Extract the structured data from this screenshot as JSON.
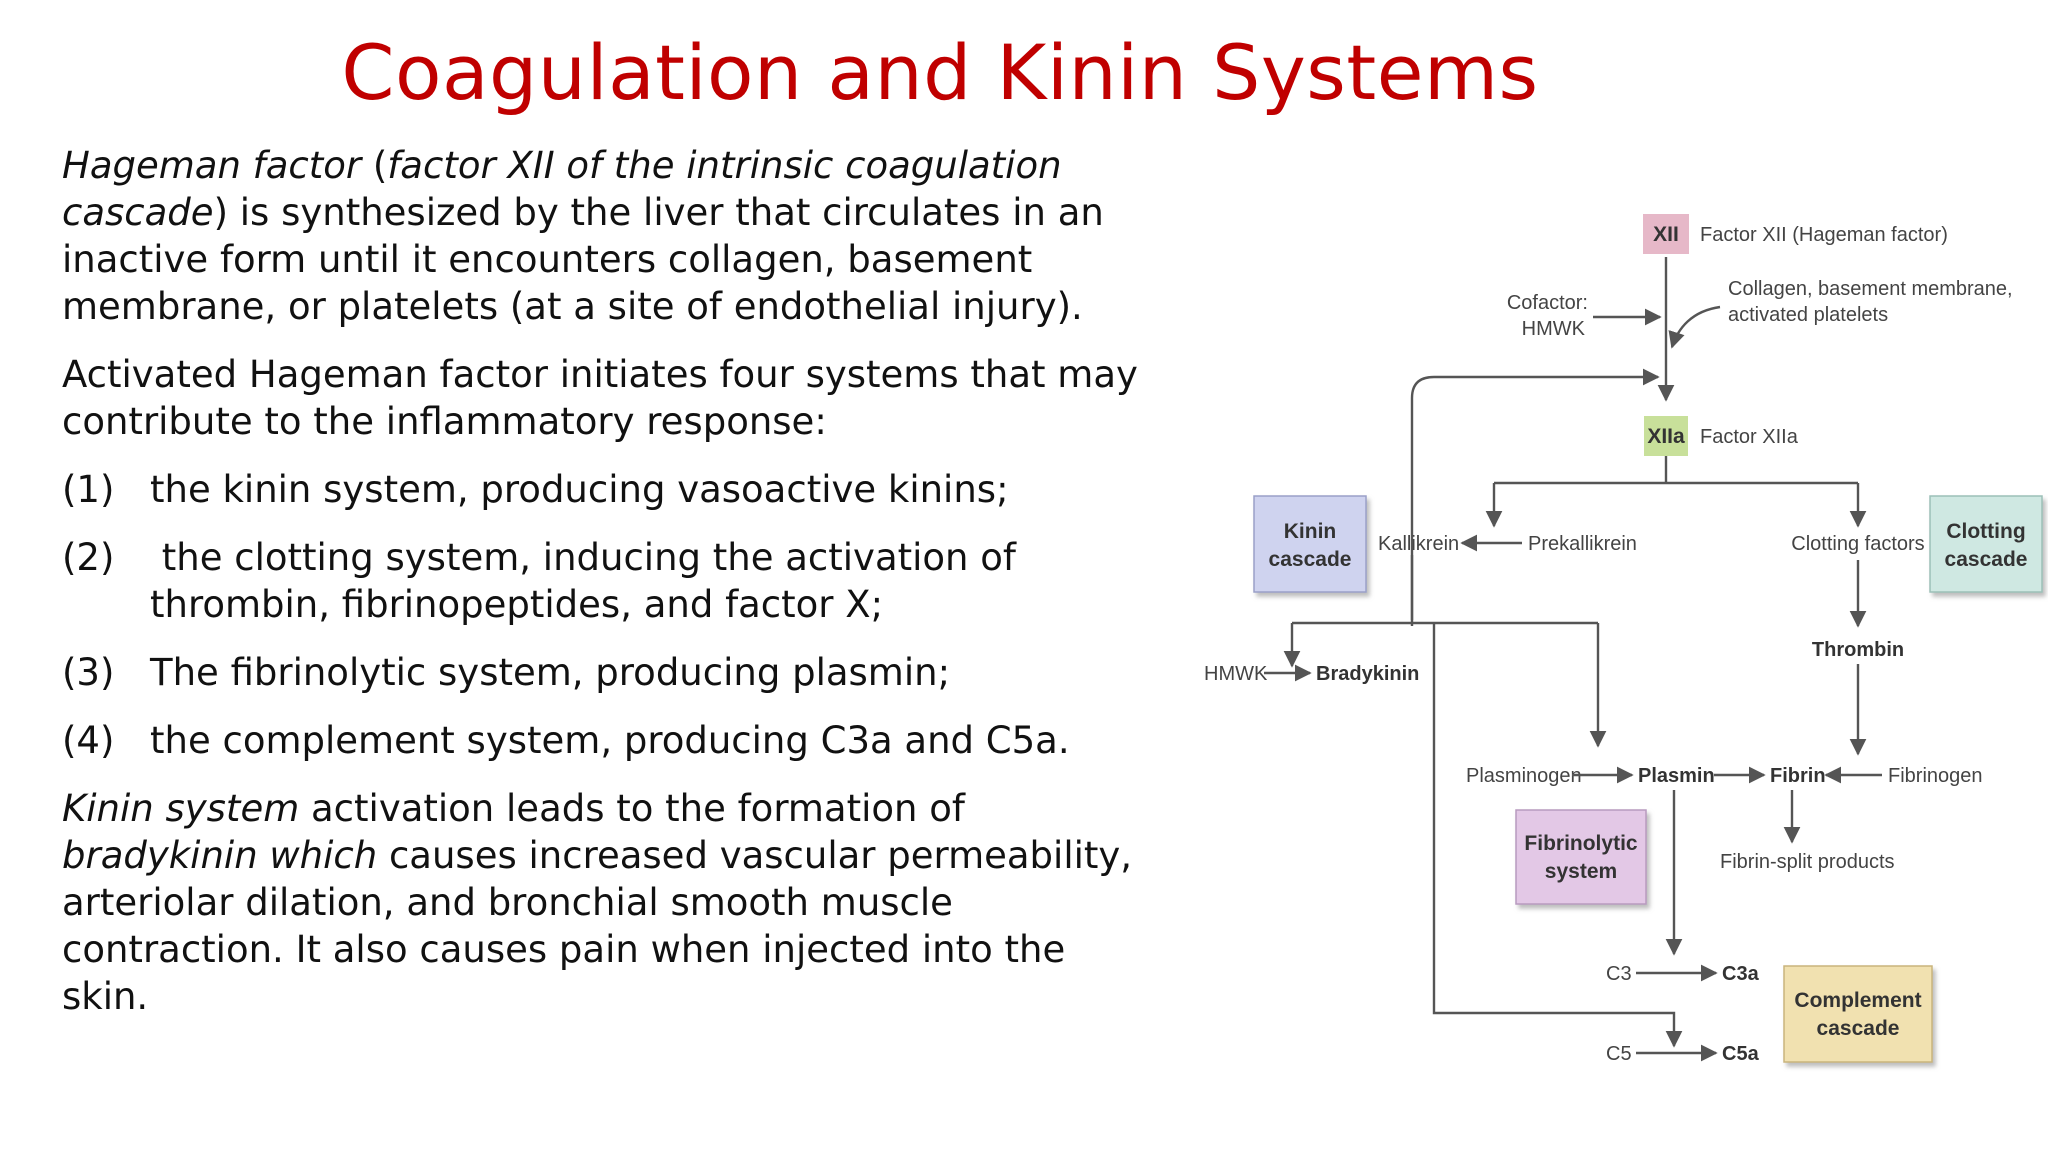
{
  "slide": {
    "title": "Coagulation and Kinin Systems"
  },
  "paragraph1": {
    "hageman_term": "Hageman factor",
    "open_paren": " (",
    "factor_xii_term": "factor XII of the intrinsic coagulation cascade",
    "rest": ") is synthesized by the liver that circulates in an inactive form until it encounters collagen, basement membrane, or platelets (at a site of endothelial injury)."
  },
  "paragraph2": {
    "text": "Activated Hageman factor initiates four systems that may contribute to the inflammatory response:"
  },
  "list": [
    {
      "num": "(1)",
      "text": "the kinin system, producing vasoactive kinins;"
    },
    {
      "num": "(2)",
      "text": " the clotting system, inducing the activation of thrombin, fibrinopeptides, and factor X;"
    },
    {
      "num": "(3)",
      "text": "The fibrinolytic system, producing plasmin;"
    },
    {
      "num": "(4)",
      "text": "the complement system, producing C3a and C5a."
    }
  ],
  "paragraph3": {
    "kinin_term": "Kinin system",
    "mid": " activation leads to the formation of ",
    "bradykinin_term": "bradykinin which",
    "rest": " causes increased vascular permeability, arteriolar dilation, and bronchial smooth muscle contraction. It also causes pain when injected into the skin."
  },
  "diagram": {
    "xii_badge": "XII",
    "xii_label": "Factor XII (Hageman factor)",
    "cofactor_line1": "Cofactor:",
    "cofactor_line2": "HMWK",
    "collagen_line1": "Collagen, basement membrane,",
    "collagen_line2": "activated platelets",
    "xiia_badge": "XIIa",
    "xiia_label": "Factor XIIa",
    "kinin_box_line1": "Kinin",
    "kinin_box_line2": "cascade",
    "kallikrein": "Kallikrein",
    "prekallikrein": "Prekallikrein",
    "clotting_factors": "Clotting factors",
    "clotting_box_line1": "Clotting",
    "clotting_box_line2": "cascade",
    "hmwk": "HMWK",
    "bradykinin": "Bradykinin",
    "thrombin": "Thrombin",
    "plasminogen": "Plasminogen",
    "plasmin": "Plasmin",
    "fibrin": "Fibrin",
    "fibrinogen": "Fibrinogen",
    "fibrinolytic_box_line1": "Fibrinolytic",
    "fibrinolytic_box_line2": "system",
    "fibrin_split": "Fibrin-split products",
    "c3": "C3",
    "c3a": "C3a",
    "c5": "C5",
    "c5a": "C5a",
    "complement_box_line1": "Complement",
    "complement_box_line2": "cascade",
    "colors": {
      "xii_badge": "#e6b8c8",
      "xiia_badge": "#c8e09a",
      "kinin_box": "#cfd3ef",
      "clotting_box": "#cfe8e2",
      "fibrinolytic_box": "#e3c8e6",
      "complement_box": "#f1e1b0"
    }
  }
}
